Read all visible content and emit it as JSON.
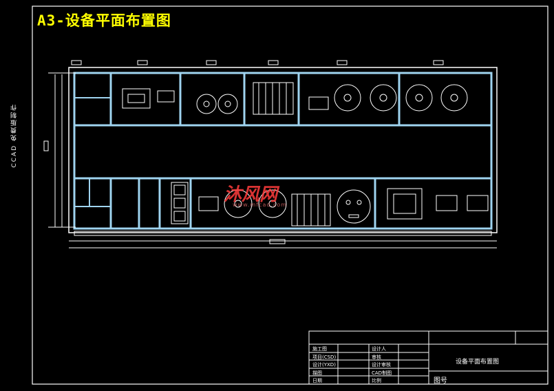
{
  "title": "A3-设备平面布置图",
  "side_text": "CCAD 免费版制作",
  "watermark": {
    "logo": "沐风网",
    "url": "www.mfcad.com"
  },
  "title_block": {
    "drawing_name": "设备平面布置图",
    "drawing_no_label": "图号",
    "rows_left": [
      {
        "label": "施工图",
        "value": "设计人"
      },
      {
        "label": "项目(CSD)",
        "value": "审核"
      },
      {
        "label": "设计(YXD)",
        "value": "设计审核"
      },
      {
        "label": "描图",
        "value": "CAD制图"
      },
      {
        "label": "日期",
        "value": "比例"
      }
    ]
  },
  "colors": {
    "line": "#ffffff",
    "title": "#ffff00",
    "background": "#000000",
    "wall": "#9fd4f0"
  }
}
